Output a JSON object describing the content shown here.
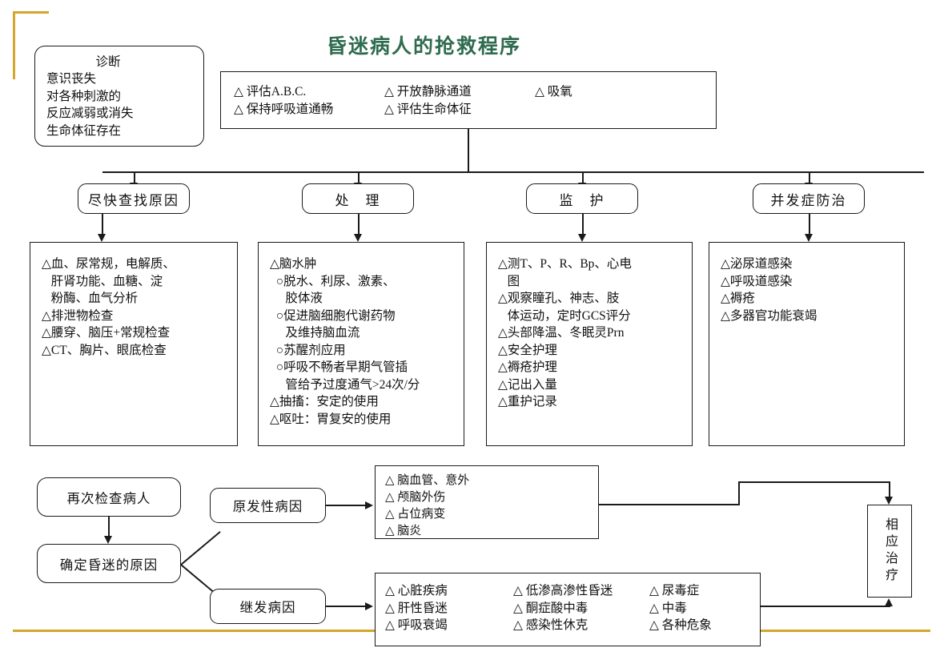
{
  "page": {
    "title": "昏迷病人的抢救程序",
    "title_color": "#2f6b4f",
    "frame_color": "#d4a62a"
  },
  "diagnosis_box": {
    "heading": "诊断",
    "lines": "意识丧失\n对各种刺激的\n反应减弱或消失\n生命体征存在"
  },
  "initial_measures_box": {
    "col1": "△ 评估A.B.C.\n△ 保持呼吸道通畅",
    "col2": "△ 开放静脉通道\n△ 评估生命体征",
    "col3": "△ 吸氧"
  },
  "branches": [
    {
      "header": "尽快查找原因",
      "content": "△血、尿常规，电解质、\n   肝肾功能、血糖、淀\n   粉酶、血气分析\n△排泄物检查\n△腰穿、脑压+常规检查\n△CT、胸片、眼底检查"
    },
    {
      "header": "处　理",
      "content": "△脑水肿\n  ○脱水、利尿、激素、\n     胶体液\n  ○促进脑细胞代谢药物\n     及维持脑血流\n  ○苏醒剂应用\n  ○呼吸不畅者早期气管插\n     管给予过度通气>24次/分\n△抽搐：安定的使用\n△呕吐：胃复安的使用"
    },
    {
      "header": "监　护",
      "content": "△测T、P、R、Bp、心电\n   图\n△观察瞳孔、神志、肢\n   体运动，定时GCS评分\n△头部降温、冬眠灵Prn\n△安全护理\n△褥疮护理\n△记出入量\n△重护记录"
    },
    {
      "header": "并发症防治",
      "content": "△泌尿道感染\n△呼吸道感染\n△褥疮\n△多器官功能衰竭"
    }
  ],
  "reexamine_box": {
    "label": "再次检查病人"
  },
  "determine_box": {
    "label": "确定昏迷的原因"
  },
  "primary_cause": {
    "label": "原发性病因",
    "details": "△ 脑血管、意外\n△ 颅脑外伤\n△ 占位病变\n△ 脑炎"
  },
  "secondary_cause": {
    "label": "继发病因",
    "col1": "△ 心脏疾病\n△ 肝性昏迷\n△ 呼吸衰竭",
    "col2": "△ 低渗高渗性昏迷\n△ 酮症酸中毒\n△ 感染性休克",
    "col3": "△ 尿毒症\n△ 中毒\n△ 各种危象"
  },
  "treatment_box": {
    "label": "相应治疗"
  }
}
